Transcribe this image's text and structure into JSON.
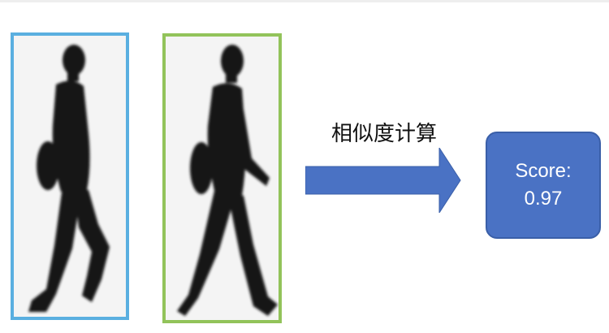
{
  "diagram": {
    "caption": "相似度计算",
    "score": {
      "label": "Score:",
      "value": "0.97"
    }
  },
  "colors": {
    "frame_left_border": "#5aafe0",
    "frame_right_border": "#92c35a",
    "arrow_fill": "#4a72c4",
    "score_box_fill": "#4a72c4",
    "silhouette": "#141414"
  },
  "icons": {
    "left_image": "walking-person-silhouette",
    "right_image": "walking-person-silhouette",
    "arrow": "right-arrow"
  }
}
